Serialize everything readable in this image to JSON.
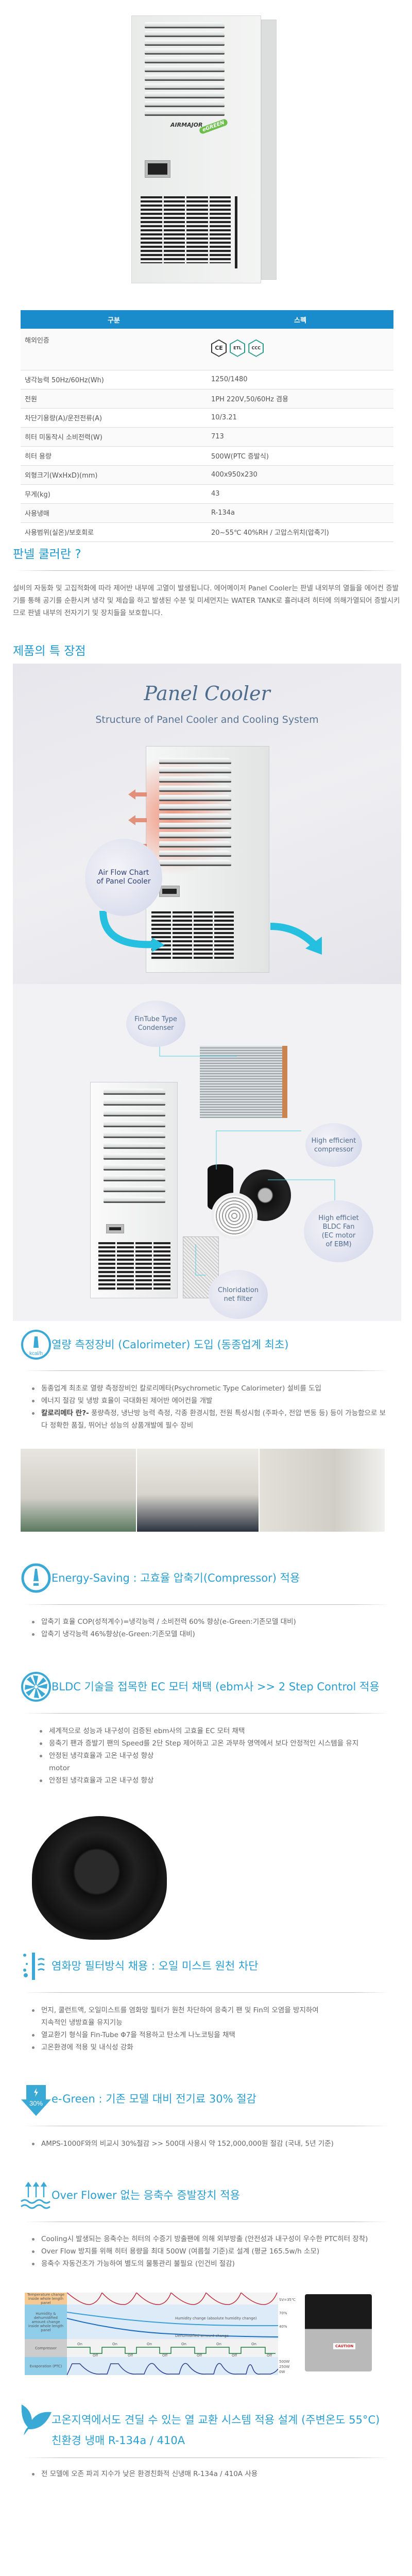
{
  "product": {
    "brand_logo": "AIRMAJOR",
    "badge": "eGREEN"
  },
  "spec_table": {
    "headers": [
      "구분",
      "스펙"
    ],
    "cert_label": "해외인증",
    "cert_icons": [
      "CE",
      "ETL",
      "CCC"
    ],
    "rows": [
      {
        "label": "냉각능력 50Hz/60Hz(Wh)",
        "value": "1250/1480"
      },
      {
        "label": "전원",
        "value": "1PH 220V,50/60Hz 겸용"
      },
      {
        "label": "차단기용량(A)/운전전류(A)",
        "value": "10/3.21"
      },
      {
        "label": "히터 미동작시 소비전력(W)",
        "value": "713"
      },
      {
        "label": "히터 용량",
        "value": "500W(PTC 증발식)"
      },
      {
        "label": "외형크기(WxHxD)(mm)",
        "value": "400x950x230"
      },
      {
        "label": "무게(kg)",
        "value": "43"
      },
      {
        "label": "사용냉매",
        "value": "R-134a"
      },
      {
        "label": "사용범위(실온)/보호회로",
        "value": "20~55℃  40%RH / 고압스위치(압축기)"
      }
    ]
  },
  "intro": {
    "title": "판넬 쿨러란 ?",
    "text": "설비의 자동화 및 고집적화에 따라 제어반 내부에 고열이 발생됩니다. 에어메이저 Panel Cooler는 판넬 내외부의 열들을 에어컨 증발기를 통해 공기를 순환시켜 냉각 및 제습을 하고 발생된 수분 및 미세먼지는 WATER TANK로 흘러내려 히터에 의해가열되어 증발시키므로 판넬 내부의 전자기기 및 장치들을 보호합니다."
  },
  "features_title": "제품의 특 장점",
  "diagram": {
    "title": "Panel Cooler",
    "subtitle": "Structure of Panel Cooler and Cooling System",
    "airflow_label": "Air Flow Chart\nof Panel Cooler",
    "condenser_label": "FinTube Type\nCondenser",
    "compressor_label": "High efficient\ncompressor",
    "fan_label": "High efficiet\nBLDC Fan\n(EC motor\nof EBM)",
    "filter_label": "Chloridation\nnet filter"
  },
  "sections": [
    {
      "title": "열량 측정장비 (Calorimeter) 도입 (동종업계 최초)",
      "icon_text": "kcal/h",
      "bullets": [
        "동종업계 최초로 열량 측정장비인 칼로리메타(Psychrometic Type Calorimeter) 설비를 도입",
        "에너지 절감 및 냉방 효율이 극대화된 제어반 에어컨을 개발"
      ],
      "bold_lead": "칼로리메타 란?-",
      "bold_rest": " 풍량측정, 냉난방 능력 측정, 각종 환경시험, 전원 특성시험 (주파수, 전압 변동 등) 등이 가능함으로 보다 정확한 품질, 뛰어난 성능의 상품개발에 필수 장비"
    },
    {
      "title": "Energy-Saving : 고효율 압축기(Compressor) 적용",
      "bullets": [
        "압축기 효율 COP(성적계수)=냉각능력 / 소비전력 60% 향상(e-Green:기존모델 대비)",
        "압축기 냉각능력 46%향상(e-Green:기존모델 대비)"
      ]
    },
    {
      "title": "BLDC 기술을 접목한 EC 모터 채택 (ebm사 >> 2 Step Control 적용",
      "bullets": [
        "세계적으로 성능과 내구성이 검증된 ebm사의 고효율 EC 모터 채택",
        "응축기 팬과 증발기 팬의 Speed를 2단 Step 제어하고 고온 과부하 영역에서 보다 안정적인 시스템을 유지",
        "안정된 냉각효율과 고온 내구성 향상",
        "motor",
        "안정된 냉각효율과 고온 내구성 향상"
      ]
    },
    {
      "title": "염화망 필터방식 채용 : 오일 미스트 원천 차단",
      "bullets": [
        "먼지, 쿨런트액, 오일미스트를 염화망 필터가 원천 차단하여 응축기 팬 및 Fin의 오염을 방지하여 지속적인 냉방효율 유지기능",
        "열교환기 형식을 Fin-Tube Φ7을 적용하고 탄소계 나노코팅을 채택",
        "고온환경에 적용 및 내식성 강화"
      ]
    },
    {
      "title": "e-Green : 기존 모델 대비 전기료 30% 절감",
      "icon_text": "30%",
      "bullets": [
        "AMPS-1000F와의 비교시 30%절감 >> 500대 사용시 약 152,000,000원 절감 (국내, 5년 기준)"
      ]
    },
    {
      "title": "Over Flower 없는 응축수 증발장치 적용",
      "bullets": [
        "Cooling시 발생되는 응축수는 히터의 수증기 방출팬에 의해 외부방출 (안전성과 내구성이 우수한 PTC히터 장착)",
        "Over Flow 방지를 위해 히터 용량을 최대 500W (여름철 기준)로 설계 (평균 165.5w/h 소모)",
        "응축수 자동건조가 가능하여 별도의 물통관리 불필요 (인건비 절감)"
      ]
    },
    {
      "title": "고온지역에서도 견딜 수 있는 열 교환 시스템 적용 설계 (주변온도 55°C) 친환경 냉매 R-134a / 410A",
      "bullets": [
        "전 모델에 오존 파괴 지수가 낮은 환경친화적 신냉매 R-134a / 410A 사용"
      ]
    }
  ],
  "evap_chart": {
    "row_labels": [
      "Temperature change inside whole length panel",
      "Humidity & dehumidified amount change inside whole length panel",
      "Compressor",
      "Evaporation (PTC)"
    ],
    "humidity_label": "Humidity change (absolute humidity change)",
    "dehumid_label": "Dehumidified amount change",
    "on": "On",
    "off": "Off",
    "right_labels": [
      "SV=35℃",
      "70%",
      "40%",
      "500W",
      "250W",
      "0W"
    ],
    "caution": "CAUTION"
  },
  "colors": {
    "accent": "#1e9ad0",
    "table_header": "#1a8ccc"
  }
}
